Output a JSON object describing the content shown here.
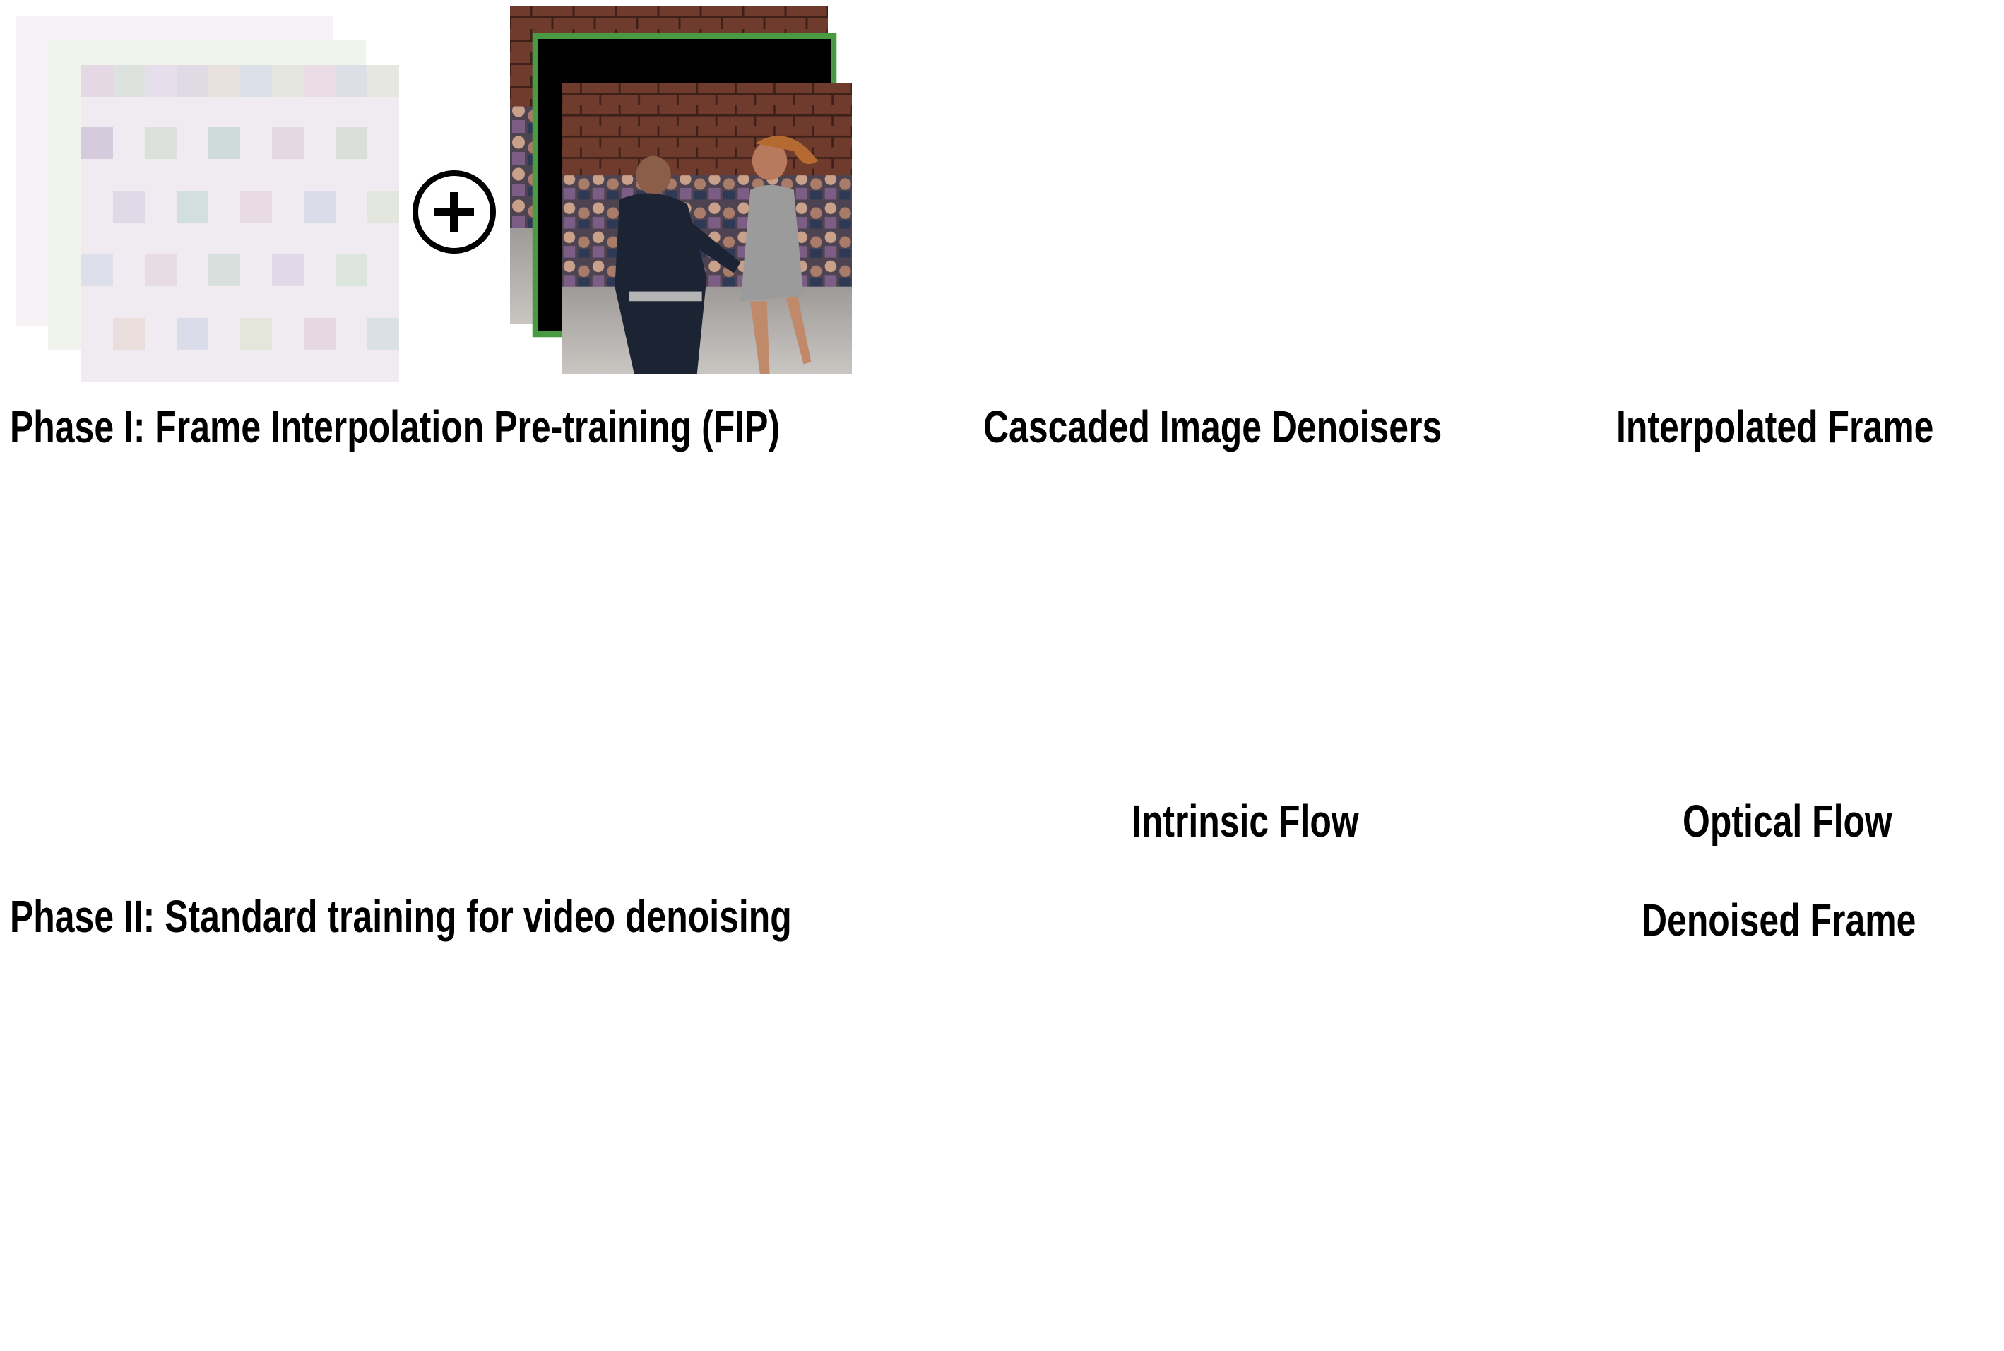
{
  "phase1": {
    "title": "Phase I: Frame Interpolation Pre-training (FIP)"
  },
  "phase2": {
    "title": "Phase II: Standard training for video denoising"
  },
  "denoiser": {
    "title": "Cascaded Image Denoisers"
  },
  "outputs": {
    "interpolated_label": "Interpolated Frame",
    "denoised_label": "Denoised Frame",
    "intrinsic_flow_label": "Intrinsic Flow",
    "optical_flow_label": "Optical Flow"
  },
  "symbols": {
    "plus": "+"
  },
  "colors": {
    "frame_border": "#4a9a44",
    "denoiser_dark": "#7a7a7a",
    "denoiser_mid": "#b0b0b0",
    "denoiser_light": "#d8d8d8",
    "dashed_box": "#808080"
  }
}
